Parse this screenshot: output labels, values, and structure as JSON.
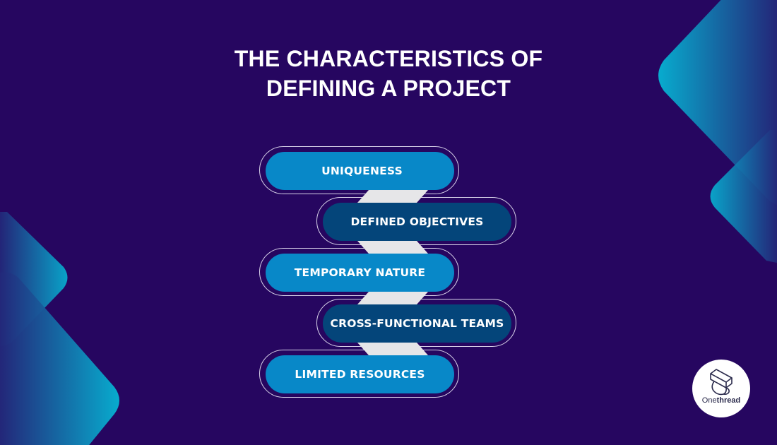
{
  "title": {
    "line1": "THE CHARACTERISTICS OF",
    "line2": "DEFINING A PROJECT"
  },
  "items": [
    {
      "label": "UNIQUENESS",
      "style": "light",
      "side": "left"
    },
    {
      "label": "DEFINED OBJECTIVES",
      "style": "dark",
      "side": "right"
    },
    {
      "label": "TEMPORARY NATURE",
      "style": "light",
      "side": "left"
    },
    {
      "label": "CROSS-FUNCTIONAL TEAMS",
      "style": "dark",
      "side": "right"
    },
    {
      "label": "LIMITED RESOURCES",
      "style": "light",
      "side": "left"
    }
  ],
  "logo": {
    "icon": "onethread-logo-icon",
    "text_light": "One",
    "text_bold": "thread"
  },
  "colors": {
    "background": "#260660",
    "pill_light": "#0888c8",
    "pill_dark": "#04457a",
    "connector": "#e6e6e8",
    "ring": "#d9d4ea",
    "deco_gradient_start": "#06b4d4",
    "deco_gradient_end": "#23287a"
  }
}
